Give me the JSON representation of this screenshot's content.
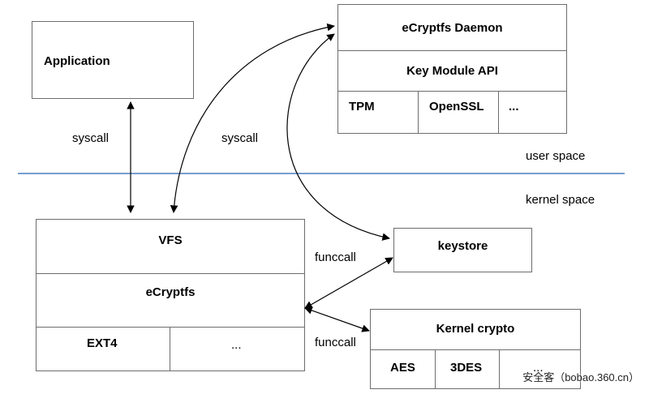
{
  "application": {
    "label": "Application"
  },
  "daemon": {
    "title": "eCryptfs Daemon",
    "api": "Key Module API",
    "modules": [
      "TPM",
      "OpenSSL",
      "..."
    ]
  },
  "vfs_stack": {
    "vfs": "VFS",
    "ecryptfs": "eCryptfs",
    "fs": [
      "EXT4",
      "..."
    ]
  },
  "keystore": {
    "label": "keystore"
  },
  "kernel_crypto": {
    "title": "Kernel crypto",
    "algos": [
      "AES",
      "3DES",
      "..."
    ]
  },
  "edges": {
    "syscall_app": "syscall",
    "syscall_vfs": "syscall",
    "funccall_keystore": "funccall",
    "funccall_crypto": "funccall"
  },
  "regions": {
    "user_space": "user space",
    "kernel_space": "kernel space"
  },
  "colors": {
    "separator": "#4a7fc1",
    "box_border": "#6d6d6d"
  },
  "watermark": "安全客（bobao.360.cn）"
}
